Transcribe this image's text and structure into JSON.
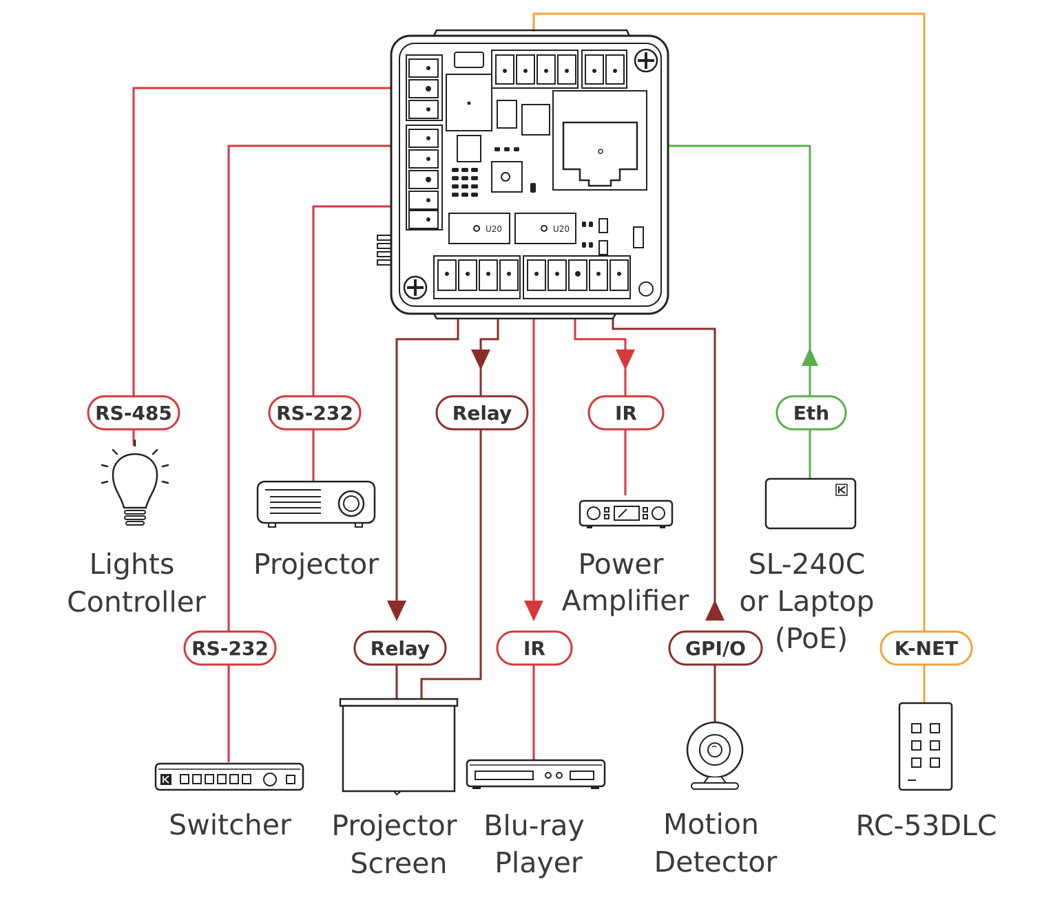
{
  "colors": {
    "red": "#d7373b",
    "dark_red": "#8b2e2a",
    "green": "#5aae4c",
    "orange": "#f2a33c",
    "text": "#333333",
    "outline": "#222222"
  },
  "labels": {
    "rs485": "RS-485",
    "rs232_projector": "RS-232",
    "relay_top": "Relay",
    "ir_top": "IR",
    "eth": "Eth",
    "rs232_switcher": "RS-232",
    "relay_bottom": "Relay",
    "ir_bottom": "IR",
    "gpio": "GPI/O",
    "knet": "K-NET"
  },
  "devices": {
    "lights": [
      "Lights",
      "Controller"
    ],
    "projector": [
      "Projector"
    ],
    "power_amp": [
      "Power",
      "Amplifier"
    ],
    "sl240c": [
      "SL-240C",
      "or Laptop",
      "(PoE)"
    ],
    "switcher": [
      "Switcher"
    ],
    "projector_screen": [
      "Projector",
      "Screen"
    ],
    "bluray": [
      "Blu-ray",
      "Player"
    ],
    "motion": [
      "Motion",
      "Detector"
    ],
    "rc53dlc": [
      "RC-53DLC"
    ]
  },
  "icons": {
    "lights": "light-bulb-icon",
    "projector": "projector-icon",
    "power_amp": "amplifier-icon",
    "sl240c": "controller-box-icon",
    "switcher": "switcher-icon",
    "projector_screen": "projection-screen-icon",
    "bluray": "bluray-player-icon",
    "motion": "motion-sensor-icon",
    "rc53dlc": "keypad-icon"
  }
}
